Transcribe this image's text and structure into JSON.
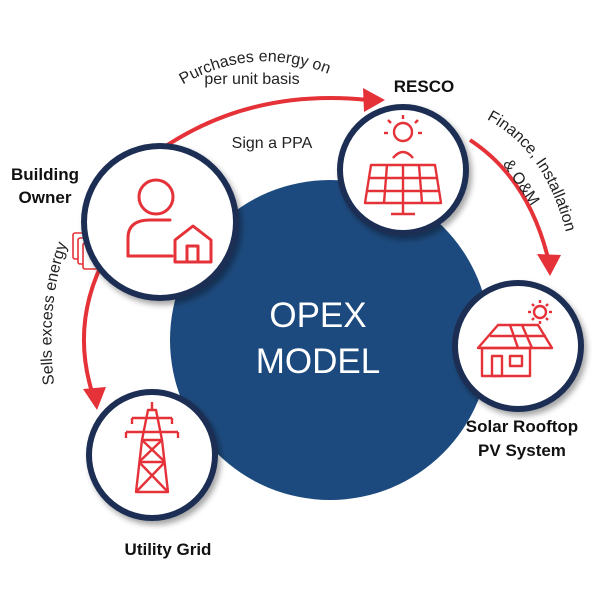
{
  "center": {
    "line1": "OPEX",
    "line2": "MODEL"
  },
  "nodes": {
    "building_owner": {
      "label_line1": "Building",
      "label_line2": "Owner",
      "icon": "person-with-house-icon"
    },
    "resco": {
      "label": "RESCO",
      "icon": "solar-panel-with-lightbulb-icon"
    },
    "solar_rooftop": {
      "label_line1": "Solar Rooftop",
      "label_line2": "PV System",
      "icon": "house-with-solar-panels-and-sun-icon"
    },
    "utility_grid": {
      "label": "Utility Grid",
      "icon": "transmission-tower-icon"
    }
  },
  "flows": {
    "purchases": {
      "line1": "Purchases energy on",
      "line2": "per unit basis"
    },
    "sign_ppa": "Sign a PPA",
    "finance": {
      "line1": "Finance, Installation",
      "line2": "& O&M"
    },
    "sells": "Sells excess energy"
  },
  "colors": {
    "navy": "#1d4a7e",
    "red": "#e53238",
    "circle_border": "#1c2f52",
    "white": "#ffffff"
  }
}
